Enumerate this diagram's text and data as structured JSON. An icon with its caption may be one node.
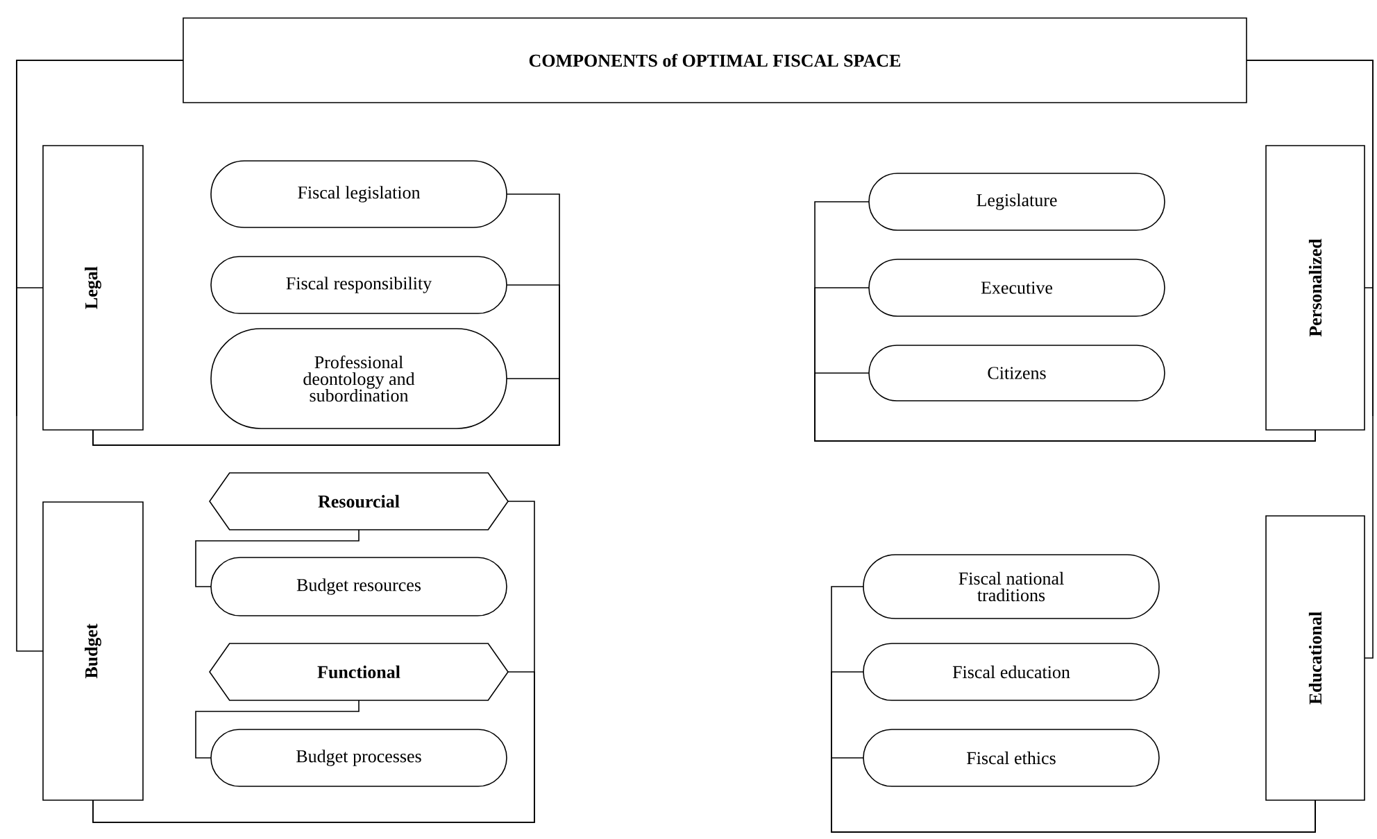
{
  "diagram": {
    "nodes": [
      {
        "text": [
          "COMPONENTS of OPTIMAL FISCAL SPACE"
        ]
      },
      {
        "text": [
          "Legal"
        ]
      },
      {
        "text": [
          "Fiscal legislation"
        ]
      },
      {
        "text": [
          "Fiscal responsibility"
        ]
      },
      {
        "text": [
          "Professional deontology and subordination"
        ]
      },
      {
        "text": [
          "Personalized"
        ]
      },
      {
        "text": [
          "Legislature"
        ]
      },
      {
        "text": [
          "Executive"
        ]
      },
      {
        "text": [
          "Citizens"
        ]
      },
      {
        "text": [
          "Budget"
        ]
      },
      {
        "text": [
          "Resourcial"
        ]
      },
      {
        "text": [
          "Budget resources"
        ]
      },
      {
        "text": [
          "Functional"
        ]
      },
      {
        "text": [
          "Budget processes"
        ]
      },
      {
        "text": [
          "Educational"
        ]
      },
      {
        "text": [
          "Fiscal national traditions"
        ]
      },
      {
        "text": [
          "Fiscal education"
        ]
      },
      {
        "text": [
          "Fiscal ethics"
        ]
      }
    ],
    "edges": [
      {
        "from": 0,
        "to": 1,
        "arrow": "none"
      },
      {
        "from": 0,
        "to": 9,
        "arrow": "none"
      },
      {
        "from": 0,
        "to": 5,
        "arrow": "none"
      },
      {
        "from": 0,
        "to": 14,
        "arrow": "none"
      },
      {
        "from": 1,
        "to": 2,
        "arrow": "none"
      },
      {
        "from": 1,
        "to": 3,
        "arrow": "none"
      },
      {
        "from": 1,
        "to": 4,
        "arrow": "none"
      },
      {
        "from": 5,
        "to": 6,
        "arrow": "none"
      },
      {
        "from": 5,
        "to": 7,
        "arrow": "none"
      },
      {
        "from": 5,
        "to": 8,
        "arrow": "none"
      },
      {
        "from": 9,
        "to": 10,
        "arrow": "none"
      },
      {
        "from": 9,
        "to": 12,
        "arrow": "none"
      },
      {
        "from": 10,
        "to": 11,
        "arrow": "none"
      },
      {
        "from": 12,
        "to": 13,
        "arrow": "none"
      },
      {
        "from": 14,
        "to": 15,
        "arrow": "none"
      },
      {
        "from": 14,
        "to": 16,
        "arrow": "none"
      },
      {
        "from": 14,
        "to": 17,
        "arrow": "none"
      }
    ]
  }
}
